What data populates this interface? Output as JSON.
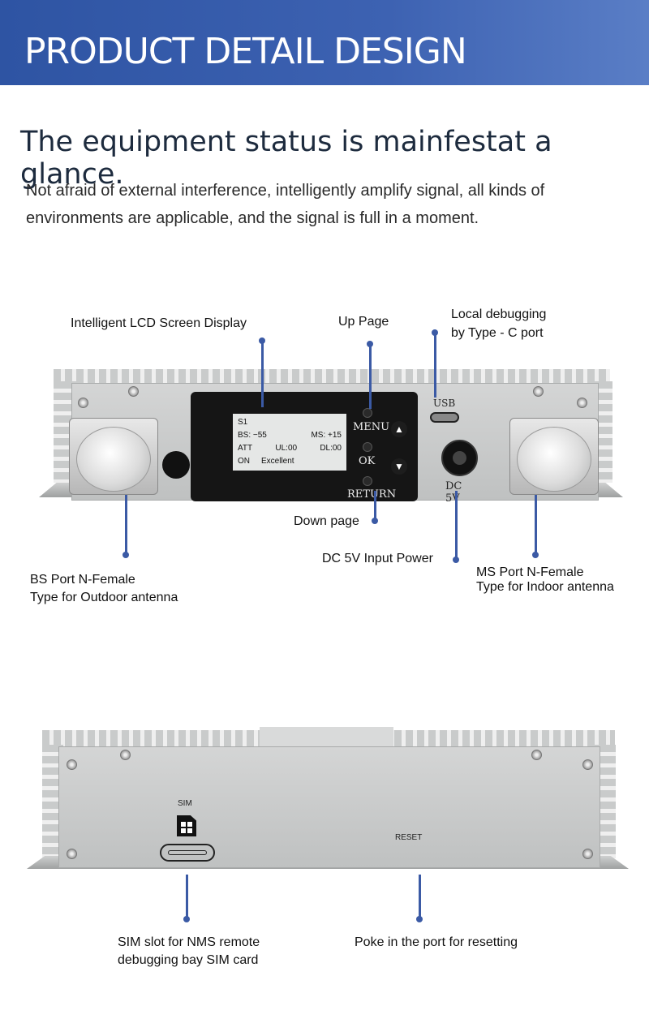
{
  "banner": {
    "title": "PRODUCT DETAIL DESIGN"
  },
  "headline": "The equipment status is mainfestat a glance.",
  "description": "Not afraid of external interference, intelligently amplify signal, all kinds of environments are applicable, and the signal is full in a moment.",
  "front_labels": {
    "lcd": "Intelligent  LCD Screen Display",
    "up_page": "Up Page",
    "debug_line1": "Local debugging",
    "debug_line2": "by Type - C port",
    "down_page": "Down page",
    "dc_power": "DC 5V Input Power",
    "bs_line1": "BS Port N-Female",
    "bs_line2": "Type for Outdoor antenna",
    "ms_line1": "MS Port N-Female",
    "ms_line2": "Type for Indoor antenna"
  },
  "panel": {
    "lcd": {
      "line1": "S1",
      "bs": "BS: −55",
      "ms": "MS: +15",
      "att": "ATT",
      "ul": "UL:00",
      "dl": "DL:00",
      "on": "ON",
      "status": "Excellent"
    },
    "menu": "MENU",
    "ok": "OK",
    "return": "RETURN",
    "up_arrow": "🡅",
    "down_arrow": "🡇",
    "usb": "USB",
    "dc": "DC  5V"
  },
  "back_panel": {
    "sim": "SIM",
    "reset": "RESET"
  },
  "back_labels": {
    "sim_line1": "SIM slot for NMS remote",
    "sim_line2": "debugging bay SIM card",
    "reset": "Poke in the port for resetting"
  },
  "colors": {
    "banner": "#2e54a3",
    "callout": "#3b5aa5"
  }
}
